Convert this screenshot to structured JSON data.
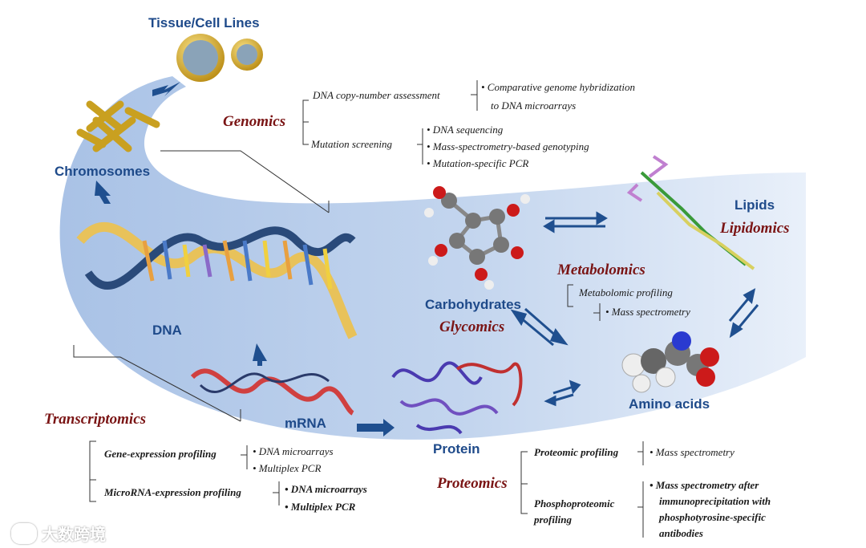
{
  "headings": {
    "tissue": "Tissue/Cell Lines",
    "chromosomes": "Chromosomes",
    "dna": "DNA",
    "mrna": "mRNA",
    "protein": "Protein",
    "carbohydrates": "Carbohydrates",
    "lipids": "Lipids",
    "amino_acids": "Amino acids"
  },
  "omics": {
    "genomics": "Genomics",
    "transcriptomics": "Transcriptomics",
    "proteomics": "Proteomics",
    "metabolomics": "Metabolomics",
    "glycomics": "Glycomics",
    "lipidomics": "Lipidomics"
  },
  "genomics": {
    "copy_number": "DNA copy-number assessment",
    "cgh_1": "• Comparative genome hybridization",
    "cgh_2": "to DNA microarrays",
    "mutation": "Mutation screening",
    "mut_1": "• DNA sequencing",
    "mut_2": "• Mass-spectrometry-based genotyping",
    "mut_3": "• Mutation-specific PCR"
  },
  "metabolomics": {
    "profiling": "Metabolomic profiling",
    "ms": "• Mass spectrometry"
  },
  "transcriptomics": {
    "gene_expr": "Gene-expression profiling",
    "ge_1": "• DNA microarrays",
    "ge_2": "• Multiplex PCR",
    "mirna": "MicroRNA-expression profiling",
    "mi_1": "• DNA microarrays",
    "mi_2": "• Multiplex PCR"
  },
  "proteomics": {
    "profiling": "Proteomic profiling",
    "pp_1": "• Mass spectrometry",
    "phospho_1": "Phosphoproteomic",
    "phospho_2": "profiling",
    "ph_1": "• Mass spectrometry after",
    "ph_2": "immunoprecipitation with",
    "ph_3": "phosphotyrosine-specific",
    "ph_4": "antibodies"
  },
  "watermark": "大数跨境",
  "colors": {
    "band": "#b9cdea",
    "band_dark": "#8fb0de",
    "heading_blue": "#1e4a8a",
    "omics_red": "#7a1414",
    "arrow": "#1f4f8f"
  }
}
